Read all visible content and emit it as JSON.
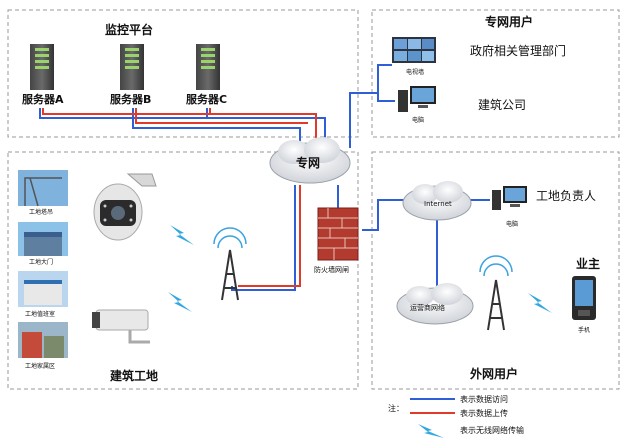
{
  "panels": {
    "platform": {
      "title": "监控平台",
      "servers": [
        "服务器A",
        "服务器B",
        "服务器C"
      ]
    },
    "private_users": {
      "title": "专网用户",
      "videowall_label": "电视墙",
      "pc_label": "电脑",
      "org1": "政府相关管理部门",
      "org2": "建筑公司"
    },
    "site": {
      "title": "建筑工地",
      "photos": [
        "工地塔吊",
        "工地大门",
        "工地值班室",
        "工地家属区"
      ]
    },
    "external": {
      "title": "外网用户",
      "internet": "Internet",
      "pc_label": "电脑",
      "manager": "工地负责人",
      "carrier": "运营商网络",
      "owner": "业主",
      "phone_label": "手机"
    }
  },
  "center": {
    "cloud": "专网",
    "firewall": "防火墙网闸"
  },
  "legend": {
    "prefix": "注：",
    "items": [
      {
        "label": "表示数据访问",
        "color": "#2f5fd6",
        "kind": "line"
      },
      {
        "label": "表示数据上传",
        "color": "#e23a2a",
        "kind": "line"
      },
      {
        "label": "表示无线网络传输",
        "color": "#33a8e0",
        "kind": "bolt"
      }
    ]
  }
}
